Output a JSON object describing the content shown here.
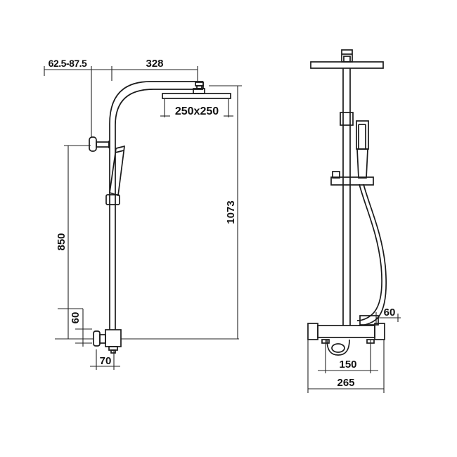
{
  "drawing": {
    "description": "Technical dimension drawing of a thermostatic shower column, front view and side view",
    "units": "mm",
    "line_color": "#1b1b1b",
    "background_color": "#ffffff",
    "front_view": {
      "wall_offset": "62.5-87.5",
      "arm_reach": "328",
      "head_size": "250x250",
      "overall_height": "1073",
      "rail_height": "850",
      "supply_offset": "60",
      "valve_width": "70"
    },
    "side_view": {
      "hose_offset": "60",
      "inlet_spacing": "150",
      "valve_length": "265"
    }
  }
}
